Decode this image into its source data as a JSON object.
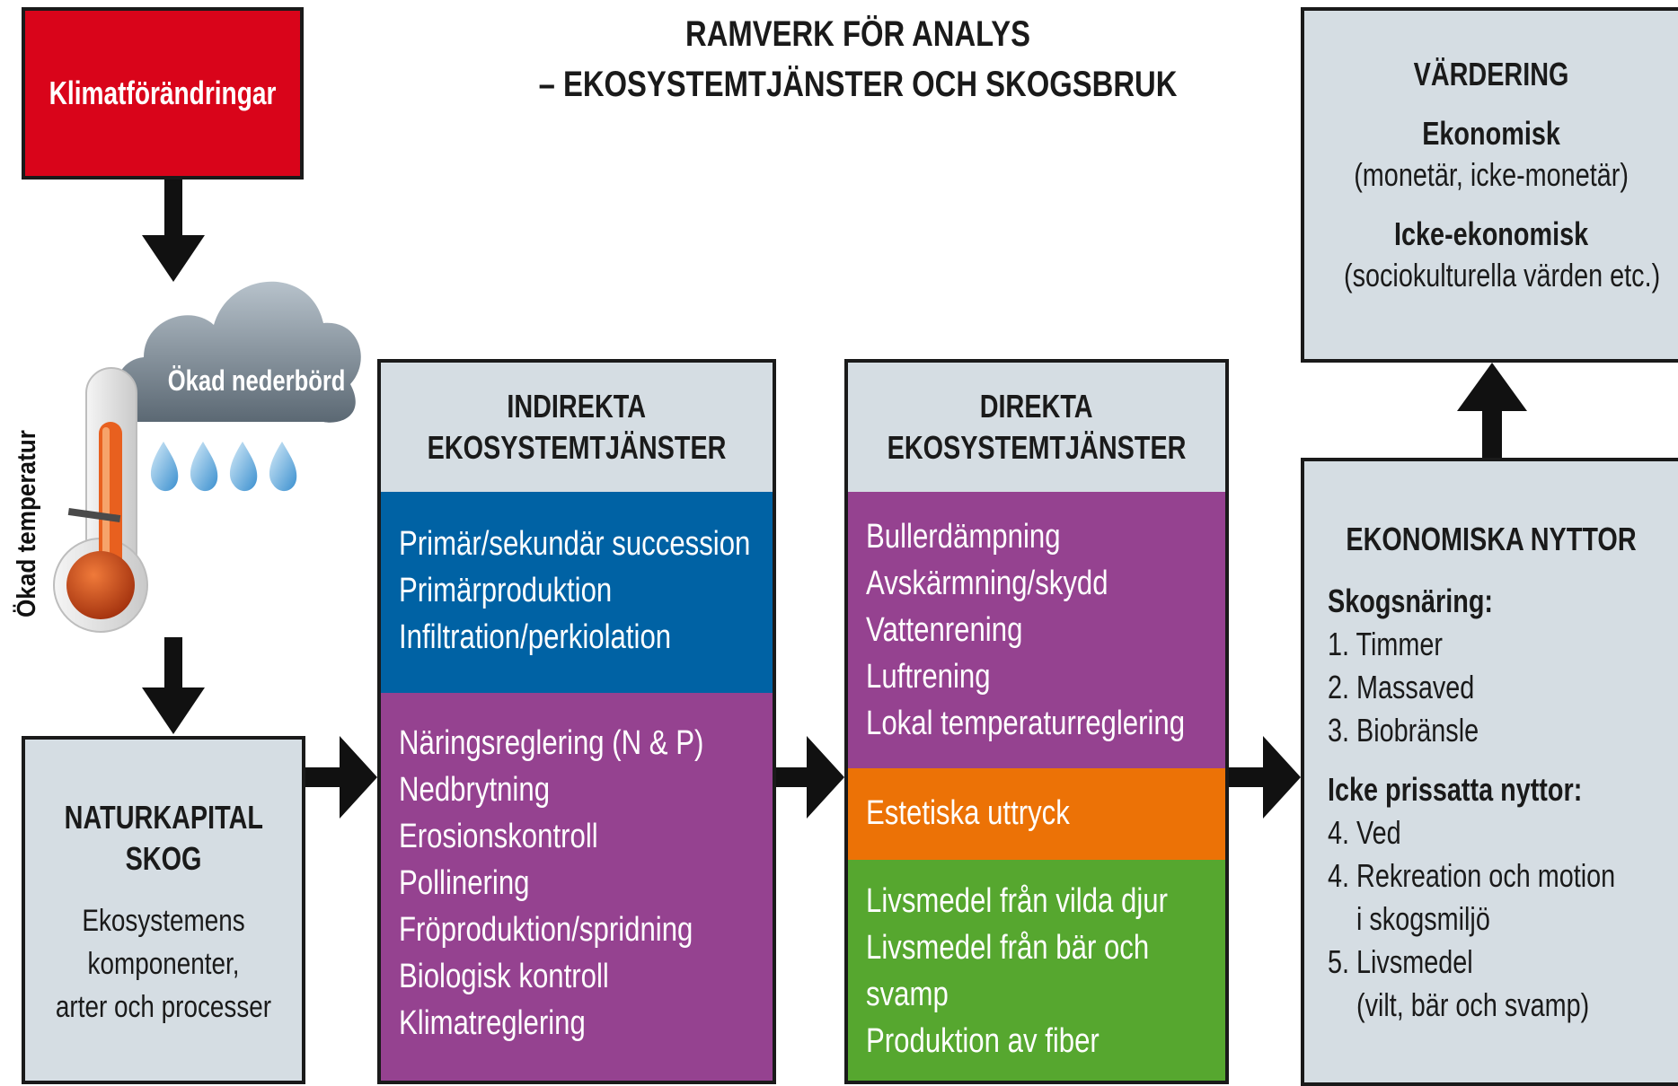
{
  "title": {
    "line1": "RAMVERK FÖR ANALYS",
    "line2": "– EKOSYSTEMTJÄNSTER OCH SKOGSBRUK"
  },
  "climate_box": {
    "label": "Klimatförändringar"
  },
  "cloud": {
    "label": "Ökad nederbörd"
  },
  "thermometer": {
    "label": "Ökad temperatur"
  },
  "natural_capital": {
    "head1": "NATURKAPITAL",
    "head2": "SKOG",
    "desc": [
      "Ekosystemens",
      "komponenter,",
      "arter och processer"
    ]
  },
  "indirect": {
    "head1": "INDIREKTA",
    "head2": "EKOSYSTEMTJÄNSTER",
    "group_blue": [
      "Primär/sekundär succession",
      "Primärproduktion",
      "Infiltration/perkiolation"
    ],
    "group_purple": [
      "Näringsreglering (N & P)",
      "Nedbrytning",
      "Erosionskontroll",
      "Pollinering",
      "Fröproduktion/spridning",
      "Biologisk kontroll",
      "Klimatreglering"
    ]
  },
  "direct": {
    "head1": "DIREKTA",
    "head2": "EKOSYSTEMTJÄNSTER",
    "group_purple": [
      "Bullerdämpning",
      "Avskärmning/skydd",
      "Vattenrening",
      "Luftrening",
      "Lokal temperaturreglering"
    ],
    "group_orange": [
      "Estetiska uttryck"
    ],
    "group_green": [
      "Livsmedel från vilda djur",
      "Livsmedel från bär och",
      "svamp",
      "Produktion av fiber"
    ]
  },
  "valuation": {
    "head": "VÄRDERING",
    "economic": "Ekonomisk",
    "economic_desc": "(monetär, icke-monetär)",
    "non_economic": "Icke-ekonomisk",
    "non_economic_desc": "(sociokulturella värden etc.)"
  },
  "economic_benefits": {
    "head": "EKONOMISKA NYTTOR",
    "forest_head": "Skogsnäring:",
    "forest_items": [
      "1. Timmer",
      "2. Massaved",
      "3. Biobränsle"
    ],
    "unpriced_head": "Icke prissatta nyttor:",
    "unpriced_items": [
      "4. Ved",
      "4. Rekreation och motion",
      "i skogsmiljö",
      "5. Livsmedel",
      "(vilt, bär och svamp)"
    ]
  },
  "colors": {
    "red": "#d9041a",
    "grey": "#d5dde3",
    "blue": "#0062a4",
    "purple": "#954290",
    "orange": "#ec7206",
    "green": "#56a72f",
    "drop": "#6bb3e3"
  }
}
